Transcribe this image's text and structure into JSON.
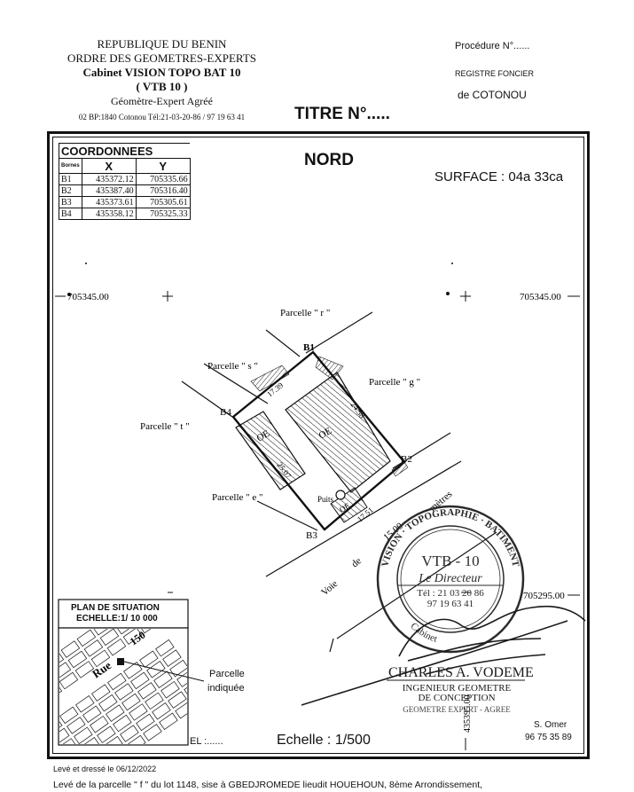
{
  "header": {
    "republic": "REPUBLIQUE DU BENIN",
    "order": "ORDRE DES GEOMETRES-EXPERTS",
    "cabinet": "Cabinet VISION TOPO  BAT 10",
    "code": "( VTB 10 )",
    "title_role": "Géomètre-Expert Agréé",
    "contact": "02 BP:1840 Cotonou  Tél:21-03-20-86 / 97 19 63 41",
    "procedure": "Procédure N°......",
    "registry": "REGISTRE FONCIER",
    "city": "de  COTONOU",
    "titre": "TITRE N°....."
  },
  "plan": {
    "coord_title": "COORDONNEES",
    "col_bornes": "Bornes",
    "col_x": "X",
    "col_y": "Y",
    "rows": [
      {
        "b": "B1",
        "x": "435372.12",
        "y": "705335.66"
      },
      {
        "b": "B2",
        "x": "435387.40",
        "y": "705316.40"
      },
      {
        "b": "B3",
        "x": "435373.61",
        "y": "705305.61"
      },
      {
        "b": "B4",
        "x": "435358.12",
        "y": "705325.33"
      }
    ],
    "north": "NORD",
    "surface": "SURFACE  : 04a 33ca",
    "grid_y_top_left": "705345.00",
    "grid_y_top_right": "705345.00",
    "grid_y_bottom_right": "705295.00",
    "grid_x_bottom": "435395.00",
    "parcel_r": "Parcelle \" r \"",
    "parcel_s": "Parcelle \" s \"",
    "parcel_g": "Parcelle \" g \"",
    "parcel_t": "Parcelle \" t \"",
    "parcel_e": "Parcelle \" e \"",
    "b1": "B1",
    "b2": "B2",
    "b3": "B3",
    "b4": "B4",
    "dist_top": "17.39",
    "dist_right": "24.58",
    "dist_left": "25.07",
    "dist_bottom": "17.51",
    "build_main": "OE",
    "build_left": "OE",
    "build_small": "OE",
    "puits": "Puits",
    "road_voie": "Voie",
    "road_de": "de",
    "road_width": "15.00",
    "road_metres": "mètres",
    "situation_title": "PLAN DE SITUATION",
    "situation_scale": "ECHELLE:1/ 10 000",
    "situation_rue": "Rue",
    "situation_150": "150",
    "parcel_indicated_1": "Parcelle",
    "parcel_indicated_2": "indiquée",
    "el": "EL :......",
    "scale": "Echelle : 1/500"
  },
  "stamp": {
    "ring_top": "VISION · TOPOGRAPHIE · BATIMENT",
    "ring_bottom": "Cabinet",
    "code": "VTB - 10",
    "role": "Le Directeur",
    "tel1": "Tél : 21 03 20 86",
    "tel2": "97 19 63 41",
    "name": "CHARLES A. VODEME",
    "qual1": "INGENIEUR GEOMETRE",
    "qual2": "DE CONCEPTION",
    "qual3": "GEOMETRE EXPERT - AGREE"
  },
  "surveyor": {
    "name": "S. Omer",
    "phone": "96 75 35 89"
  },
  "footer": {
    "leve": "Levé et dressé  le 06/12/2022",
    "description": "Levé de la   parcelle \" f \" du lot 1148, sise à GBEDJROMEDE lieudit HOUEHOUN, 8ème Arrondissement,"
  },
  "colors": {
    "ink": "#111111",
    "stamp_ink": "#2b2b2b"
  }
}
